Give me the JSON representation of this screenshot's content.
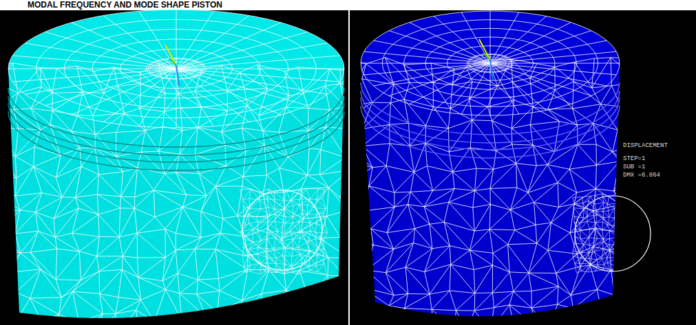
{
  "diagram": {
    "title": "MODAL FREQUENCY AND MODE SHAPE PISTON",
    "labels": [
      "DISPLACEMENT",
      "STEP=1",
      "SUB =1",
      "DMX =6.864"
    ]
  }
}
